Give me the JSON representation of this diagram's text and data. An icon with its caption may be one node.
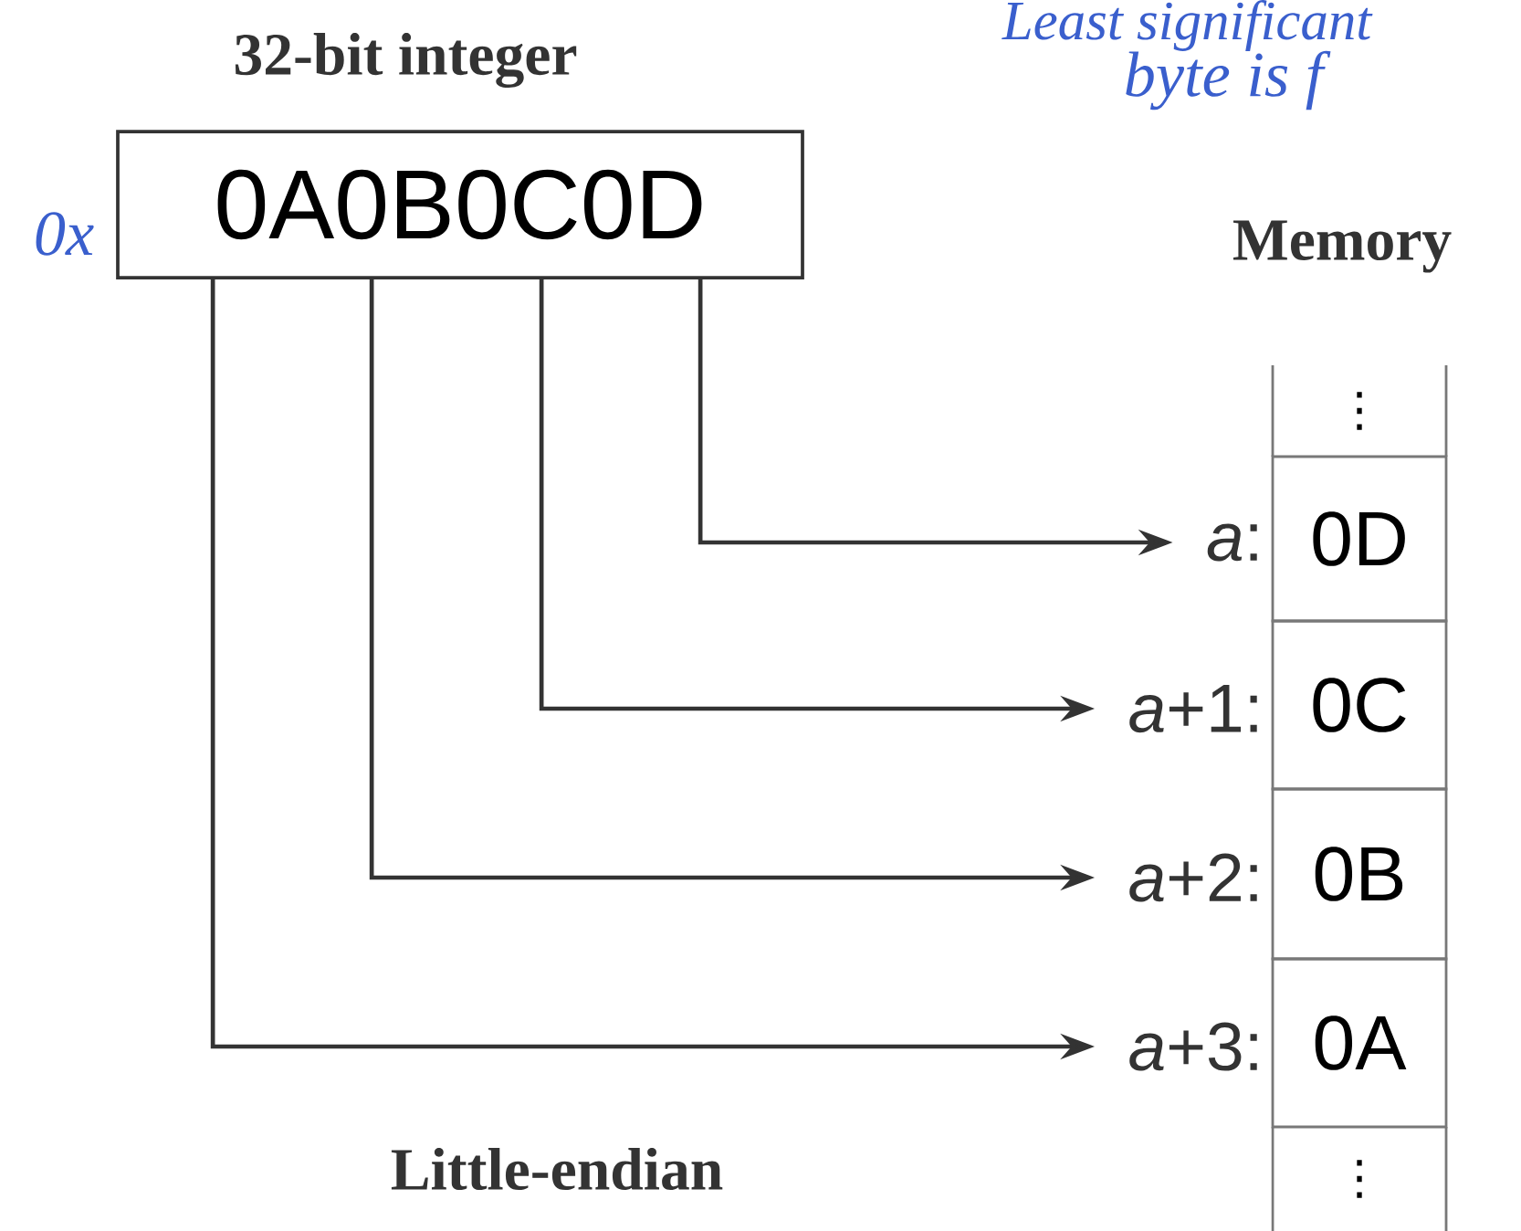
{
  "diagram": {
    "nodes": [
      {
        "text": [
          "32-bit integer",
          "0A0B0C0D"
        ],
        "beside": [
          "0x"
        ]
      },
      {
        "text": [
          "⋮"
        ]
      },
      {
        "text": [
          "0D"
        ],
        "beside": [
          "*a*:"
        ]
      },
      {
        "text": [
          "0C"
        ],
        "beside": [
          "*a*+1:"
        ]
      },
      {
        "text": [
          "0B"
        ],
        "beside": [
          "*a*+2:"
        ]
      },
      {
        "text": [
          "0A"
        ],
        "beside": [
          "*a*+3:"
        ]
      },
      {
        "text": [
          "⋮"
        ]
      }
    ],
    "edges": [
      {
        "from": 0,
        "to": 2,
        "arrow": "to"
      },
      {
        "from": 0,
        "to": 3,
        "arrow": "to"
      },
      {
        "from": 0,
        "to": 4,
        "arrow": "to"
      },
      {
        "from": 0,
        "to": 5,
        "arrow": "to"
      }
    ],
    "labels": [
      "Least significant",
      "byte is f",
      "Memory",
      "Little-endian"
    ]
  }
}
